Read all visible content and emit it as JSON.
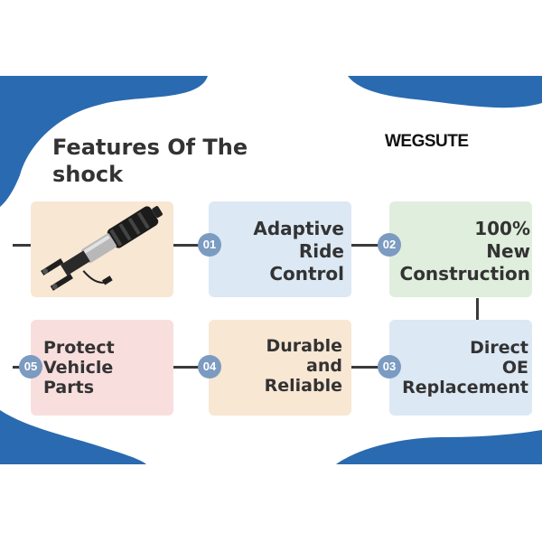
{
  "heading": {
    "title": "Features Of The\nshock",
    "brand": "WEGSUTE"
  },
  "image_card": {
    "icon": "air-shock-absorber-icon"
  },
  "features": [
    {
      "number": "01",
      "label": "Adaptive\nRide\nControl"
    },
    {
      "number": "02",
      "label": "100%\nNew\nConstruction"
    },
    {
      "number": "03",
      "label": "Direct\nOE\nReplacement"
    },
    {
      "number": "04",
      "label": "Durable\nand\nReliable"
    },
    {
      "number": "05",
      "label": "Protect\nVehicle\nParts"
    }
  ],
  "colors": {
    "wave": "#2a6ab0",
    "badge": "#7b9bc1",
    "card_peach": "#f8e7d3",
    "card_blue": "#dce8f4",
    "card_green": "#e0eedd",
    "card_pink": "#f9dede"
  }
}
